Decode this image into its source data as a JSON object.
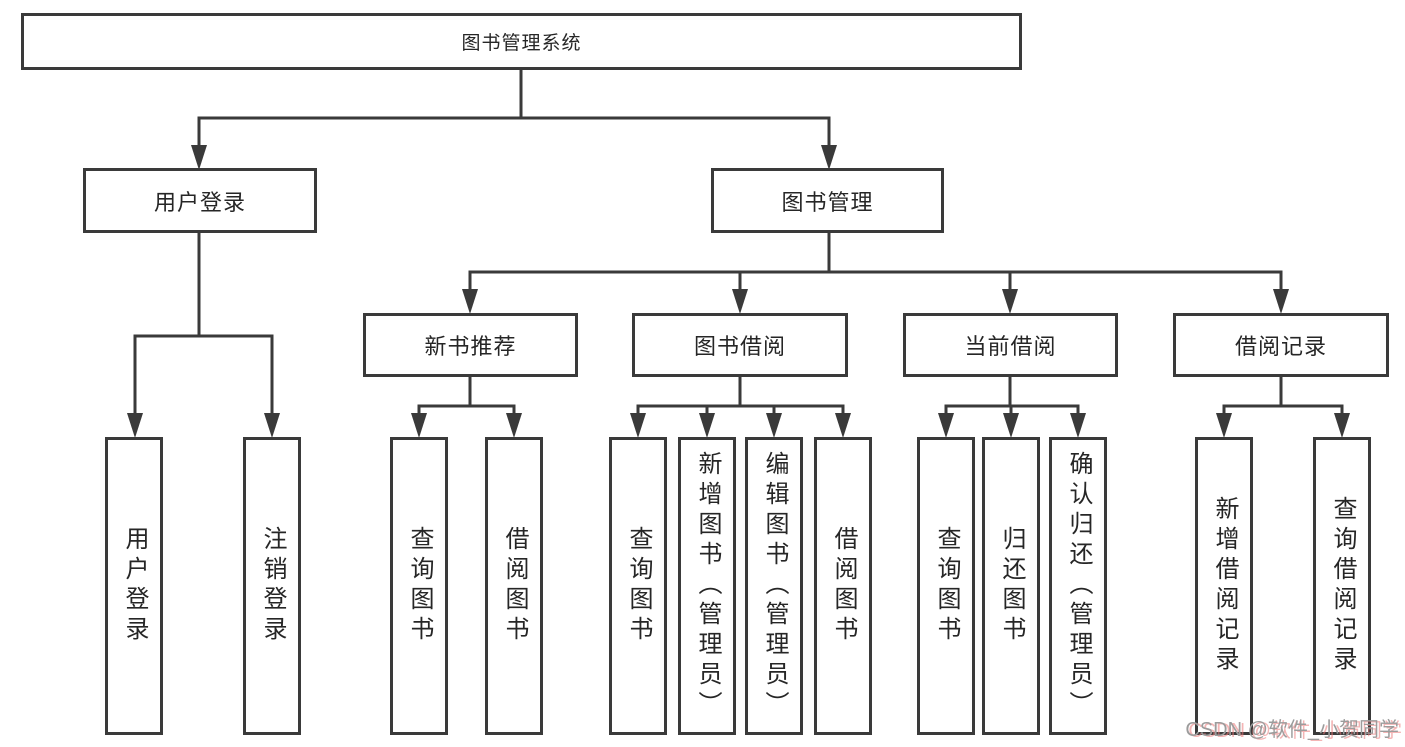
{
  "tree": {
    "label": "图书管理系统",
    "children": [
      {
        "label": "用户登录",
        "children": [
          {
            "label": "用户登录"
          },
          {
            "label": "注销登录"
          }
        ]
      },
      {
        "label": "图书管理",
        "children": [
          {
            "label": "新书推荐",
            "children": [
              {
                "label": "查询图书"
              },
              {
                "label": "借阅图书"
              }
            ]
          },
          {
            "label": "图书借阅",
            "children": [
              {
                "label": "查询图书"
              },
              {
                "label": "新增图书（管理员）"
              },
              {
                "label": "编辑图书（管理员）"
              },
              {
                "label": "借阅图书"
              }
            ]
          },
          {
            "label": "当前借阅",
            "children": [
              {
                "label": "查询图书"
              },
              {
                "label": "归还图书"
              },
              {
                "label": "确认归还（管理员）"
              }
            ]
          },
          {
            "label": "借阅记录",
            "children": [
              {
                "label": "新增借阅记录"
              },
              {
                "label": "查询借阅记录"
              }
            ]
          }
        ]
      }
    ]
  },
  "watermark": {
    "text": "CSDN @软件_小贺同学"
  },
  "colors": {
    "line": "#3a3a3a",
    "text": "#262626",
    "box_fill": "#ffffff",
    "watermark_gray": "#9c9c9c",
    "watermark_red": "#eb7878"
  }
}
